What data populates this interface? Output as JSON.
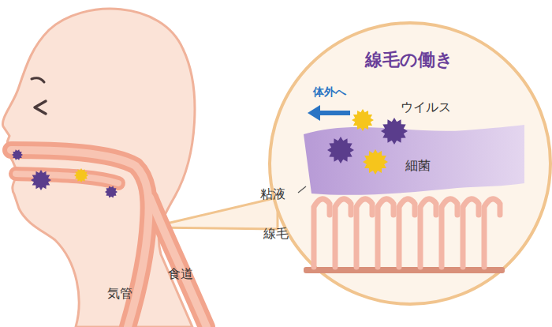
{
  "diagram": {
    "title": "線毛の働き",
    "labels": [
      "体外へ",
      "ウイルス",
      "細菌",
      "粘液",
      "線毛",
      "気管",
      "食道"
    ]
  }
}
